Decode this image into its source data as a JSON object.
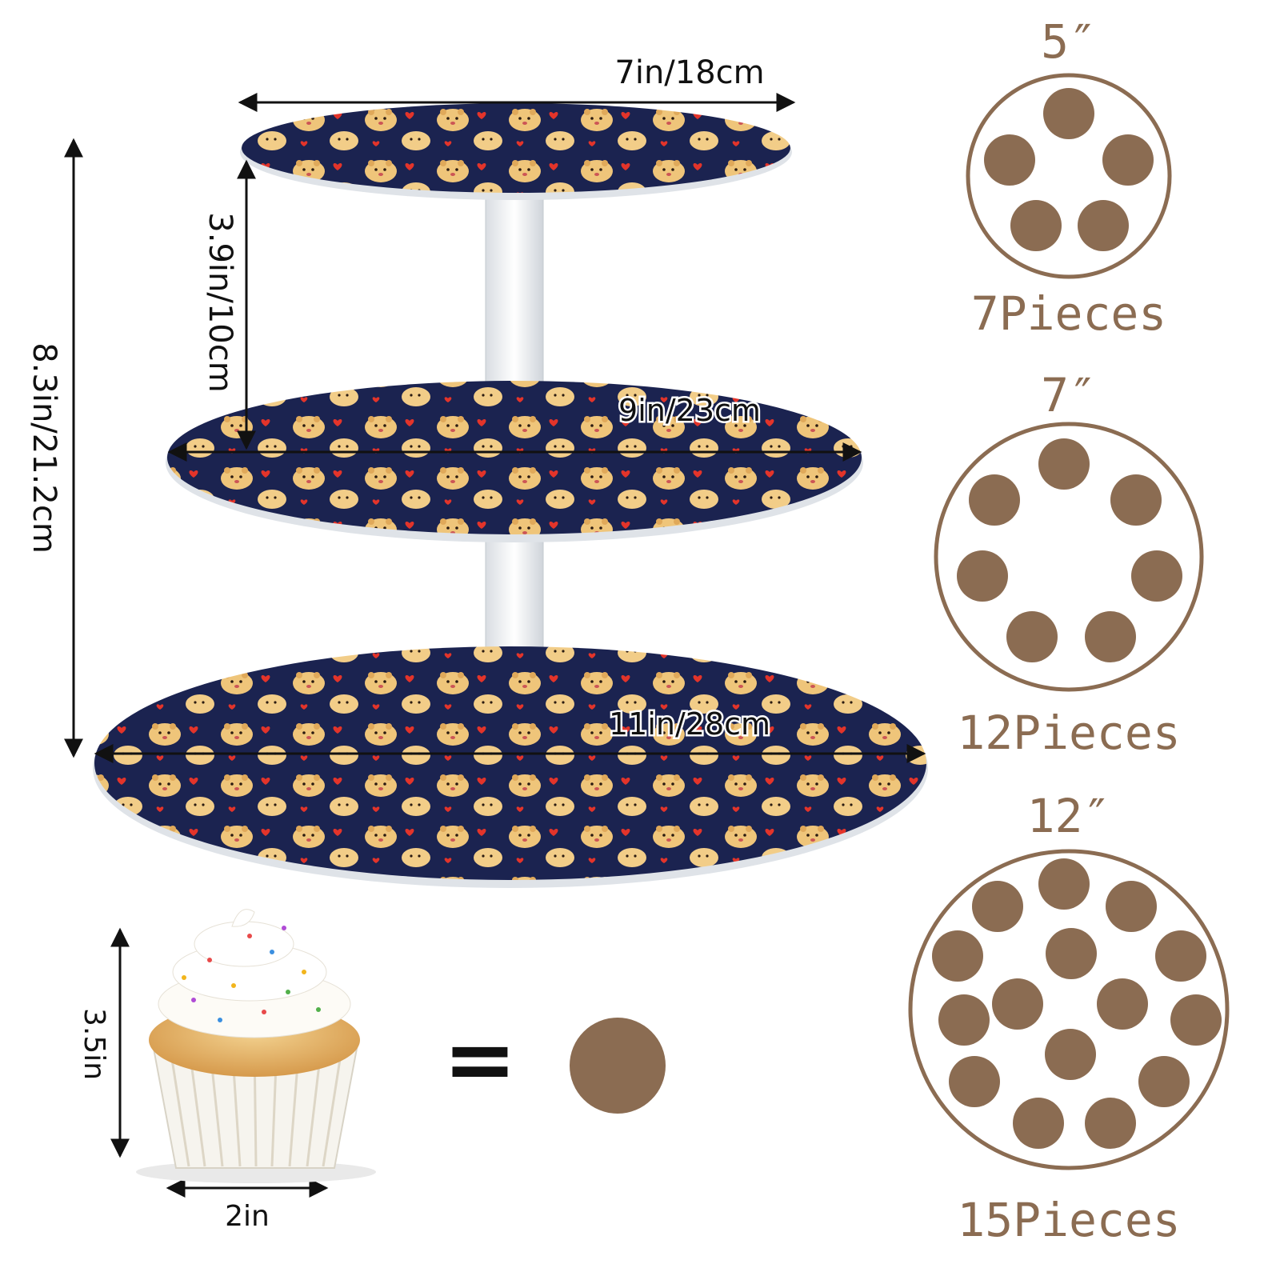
{
  "stand": {
    "top_diameter": "7in/18cm",
    "middle_diameter": "9in/23cm",
    "bottom_diameter": "11in/28cm",
    "tier_gap": "3.9in/10cm",
    "total_height": "8.3in/21.2cm"
  },
  "cupcake": {
    "height": "3.5in",
    "width": "2in",
    "equals_symbol": "="
  },
  "capacity": [
    {
      "size": "5″",
      "pieces": "7Pieces",
      "count": 7
    },
    {
      "size": "7″",
      "pieces": "12Pieces",
      "count": 12
    },
    {
      "size": "12″",
      "pieces": "15Pieces",
      "count": 15
    }
  ],
  "colors": {
    "board": "#1b2350",
    "dog": "#efc57a",
    "heart": "#e3342a",
    "hole": "#8b6c52"
  }
}
